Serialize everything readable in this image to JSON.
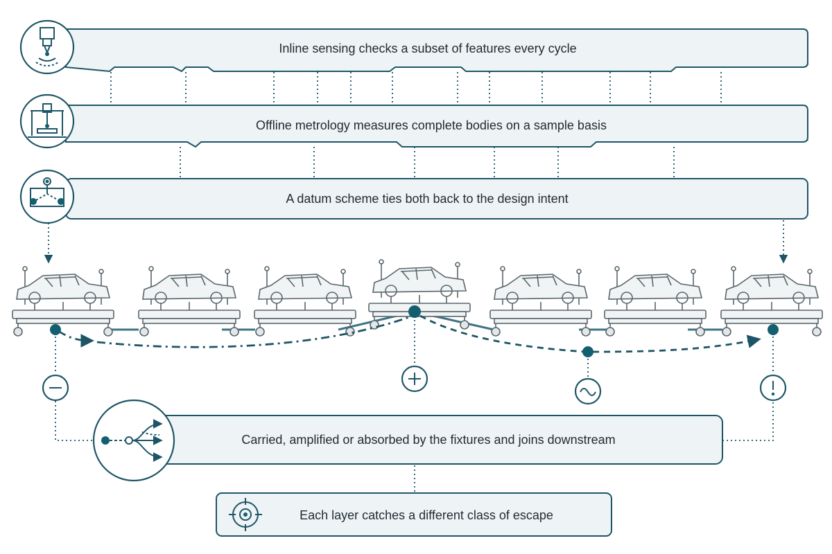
{
  "layers": [
    {
      "label": "Inline sensing checks a subset of features every cycle",
      "icon": "sensor-probe-icon"
    },
    {
      "label": "Offline metrology measures complete bodies on a sample basis",
      "icon": "cmm-gantry-icon"
    },
    {
      "label": "A datum scheme ties both back to the design intent",
      "icon": "datum-scheme-icon"
    }
  ],
  "fixtures": {
    "count": 7,
    "icon": "car-body-fixture-icon"
  },
  "markers": [
    {
      "icon": "minus-icon",
      "meaning": "absorbed"
    },
    {
      "icon": "plus-icon",
      "meaning": "amplified"
    },
    {
      "icon": "wave-icon",
      "meaning": "carried"
    },
    {
      "icon": "alert-icon",
      "meaning": "escape"
    }
  ],
  "propagation": {
    "label": "Carried, amplified or absorbed by the fixtures and joins downstream",
    "icon": "branching-flow-icon"
  },
  "summary": {
    "label": "Each layer catches a different class of escape",
    "icon": "target-icon"
  },
  "colors": {
    "accent": "#135f70",
    "band_fill": "#eef3f5",
    "text": "#1f2a30"
  }
}
